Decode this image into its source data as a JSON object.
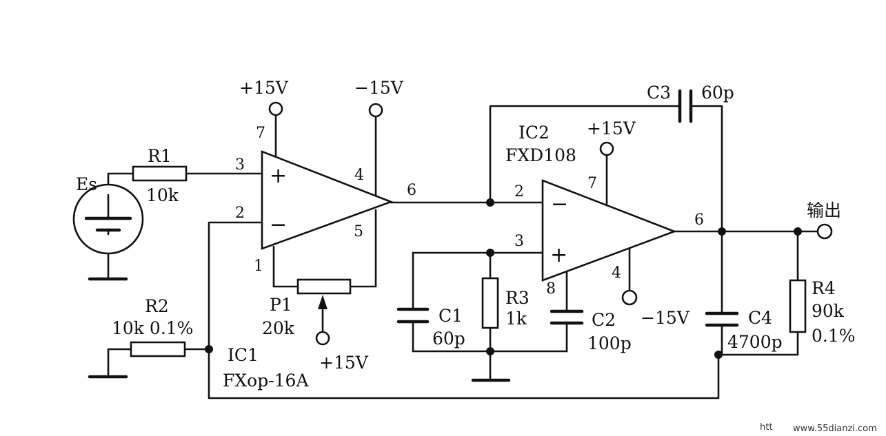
{
  "source": {
    "es": "Es"
  },
  "r1": {
    "name": "R1",
    "value": "10k"
  },
  "r2": {
    "name": "R2",
    "value": "10k 0.1%"
  },
  "r3": {
    "name": "R3",
    "value": "1k"
  },
  "r4": {
    "name": "R4",
    "value": "90k",
    "tol": "0.1%"
  },
  "p1": {
    "name": "P1",
    "value": "20k"
  },
  "c1": {
    "name": "C1",
    "value": "60p"
  },
  "c2": {
    "name": "C2",
    "value": "100p"
  },
  "c3": {
    "name": "C3",
    "value": "60p"
  },
  "c4": {
    "name": "C4",
    "value": "4700p"
  },
  "ic1": {
    "name": "IC1",
    "model": "FXop-16A",
    "plus_sign": "+",
    "minus_sign": "−",
    "pins": {
      "p7": "7",
      "p3": "3",
      "p2": "2",
      "p4": "4",
      "p6": "6",
      "p5": "5",
      "p1": "1"
    },
    "vplus": "+15V",
    "vminus": "−15V"
  },
  "ic2": {
    "name": "IC2",
    "model": "FXD108",
    "plus_sign": "+",
    "minus_sign": "−",
    "pins": {
      "p7": "7",
      "p2": "2",
      "p3": "3",
      "p8": "8",
      "p4": "4",
      "p6": "6"
    },
    "vplus": "+15V"
  },
  "p1_supply": "+15V",
  "ic2_vminus": "−15V",
  "output_label": "输出",
  "watermark": {
    "left": "htt",
    "right": "www.55dianzi.com"
  }
}
